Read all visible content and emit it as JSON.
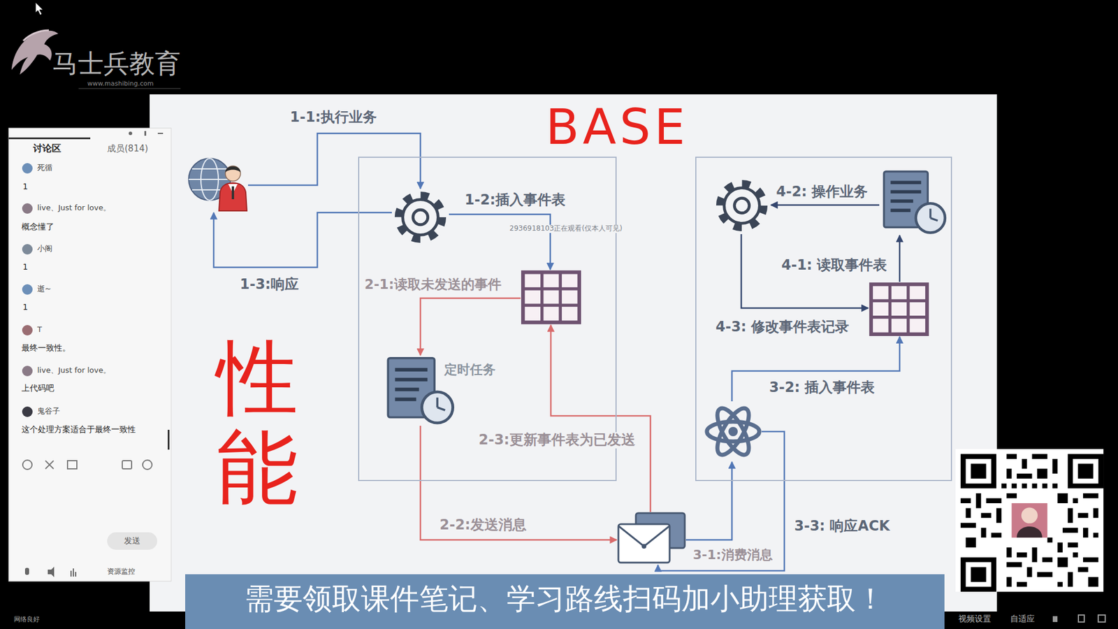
{
  "diagram": {
    "nodes": [
      {
        "text": []
      },
      {
        "text": []
      },
      {
        "text": [],
        "in": 1
      },
      {
        "text": [],
        "in": 1
      },
      {
        "text": [
          "定时任务"
        ],
        "in": 1
      },
      {
        "text": []
      },
      {
        "text": []
      },
      {
        "text": [],
        "in": 6
      },
      {
        "text": [],
        "in": 6
      },
      {
        "text": [],
        "in": 6
      },
      {
        "text": [],
        "in": 6
      }
    ],
    "edges": [
      {
        "from": 0,
        "to": 2,
        "label": "1-1:执行业务",
        "arrow": "to"
      },
      {
        "from": 2,
        "to": 3,
        "label": "1-2:插入事件表",
        "arrow": "to"
      },
      {
        "from": 2,
        "to": 0,
        "label": "1-3:响应",
        "arrow": "to"
      },
      {
        "from": 3,
        "to": 4,
        "label": "2-1:读取未发送的事件",
        "arrow": "to"
      },
      {
        "from": 4,
        "to": 5,
        "label": "2-2:发送消息",
        "arrow": "to"
      },
      {
        "from": 5,
        "to": 3,
        "label": "2-3:更新事件表为已发送",
        "arrow": "to"
      },
      {
        "from": 5,
        "to": 10,
        "label": "3-1:消费消息",
        "arrow": "to"
      },
      {
        "from": 10,
        "to": 9,
        "label": "3-2: 插入事件表",
        "arrow": "to"
      },
      {
        "from": 10,
        "to": 5,
        "label": "3-3: 响应ACK",
        "arrow": "to"
      },
      {
        "from": 9,
        "to": 8,
        "label": "4-1: 读取事件表",
        "arrow": "to"
      },
      {
        "from": 8,
        "to": 7,
        "label": "4-2: 操作业务",
        "arrow": "to"
      },
      {
        "from": 7,
        "to": 9,
        "label": "4-3: 修改事件表记录",
        "arrow": "to"
      }
    ],
    "labels": [
      "BASE",
      "性能",
      "2936918103正在观看(仅本人可见)",
      "马士兵教育",
      "www.mashibing.com",
      "讨论区",
      "成员(814)",
      "死循",
      "1",
      "live、Just for love。",
      "概念懂了",
      "小阁",
      "1",
      "逝~",
      "1",
      "T",
      "最终一致性。",
      "live、Just for love。",
      "上代码吧",
      "鬼谷子",
      "这个处理方案适合于最终一致性",
      "发送",
      "资源监控",
      "需要领取课件笔记、学习路线扫码加小助理获取！",
      "网络良好",
      "视频设置",
      "自适应"
    ]
  }
}
